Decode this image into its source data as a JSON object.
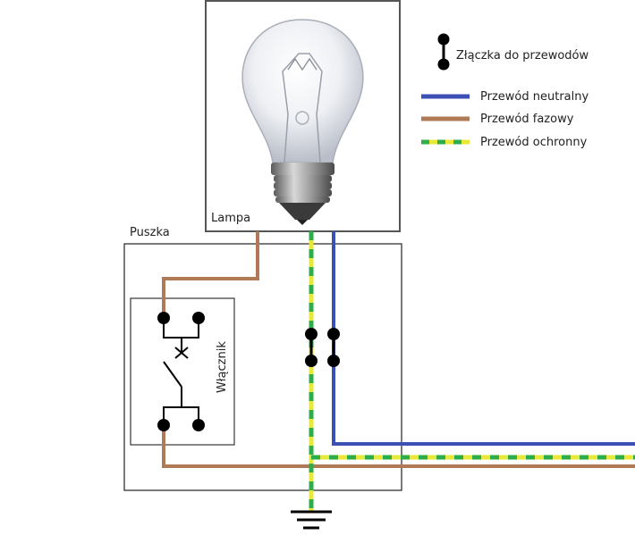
{
  "labels": {
    "lamp": "Lampa",
    "box": "Puszka",
    "switch": "Włącznik"
  },
  "legend": {
    "connector": "Złączka do przewodów",
    "items": [
      {
        "label": "Przewód neutralny",
        "color": "#3b4fb5"
      },
      {
        "label": "Przewód fazowy",
        "color": "#b07a57"
      },
      {
        "label": "Przewód ochronny",
        "color": "#e8e838",
        "dash_color": "#2eae4a"
      }
    ]
  },
  "colors": {
    "neutral": "#3b4fb5",
    "phase": "#b07a57",
    "protective_base": "#e8e838",
    "protective_dash": "#2eae4a",
    "outline": "#333333"
  }
}
